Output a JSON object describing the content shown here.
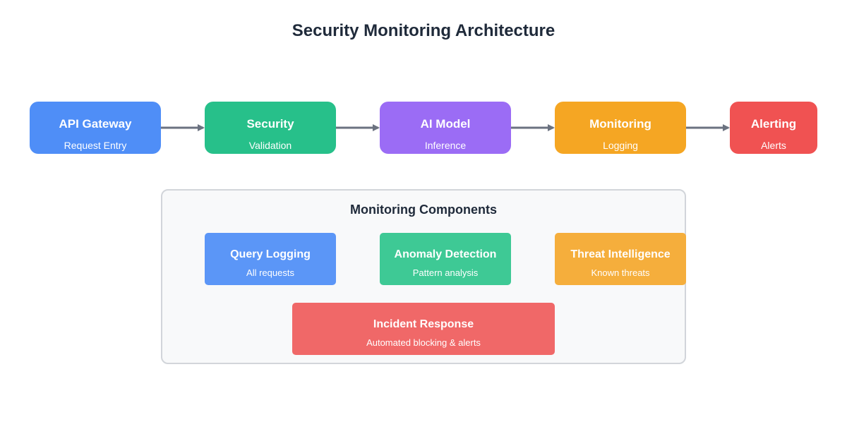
{
  "title": "Security Monitoring Architecture",
  "pipeline": [
    {
      "label": "API Gateway",
      "sub": "Request Entry",
      "color": "#4f8ef7"
    },
    {
      "label": "Security",
      "sub": "Validation",
      "color": "#27c08a"
    },
    {
      "label": "AI Model",
      "sub": "Inference",
      "color": "#9b6cf5"
    },
    {
      "label": "Monitoring",
      "sub": "Logging",
      "color": "#f5a623"
    },
    {
      "label": "Alerting",
      "sub": "Alerts",
      "color": "#f05252"
    }
  ],
  "arrow_color": "#6b7280",
  "panel": {
    "title": "Monitoring Components",
    "background": "#f8f9fa",
    "border": "#d2d5da",
    "components": [
      {
        "label": "Query Logging",
        "sub": "All requests",
        "color": "#5b96f7"
      },
      {
        "label": "Anomaly Detection",
        "sub": "Pattern analysis",
        "color": "#3ec995"
      },
      {
        "label": "Threat Intelligence",
        "sub": "Known threats",
        "color": "#f5ae3c"
      },
      {
        "label": "Incident Response",
        "sub": "Automated blocking & alerts",
        "color": "#f06868"
      }
    ]
  }
}
